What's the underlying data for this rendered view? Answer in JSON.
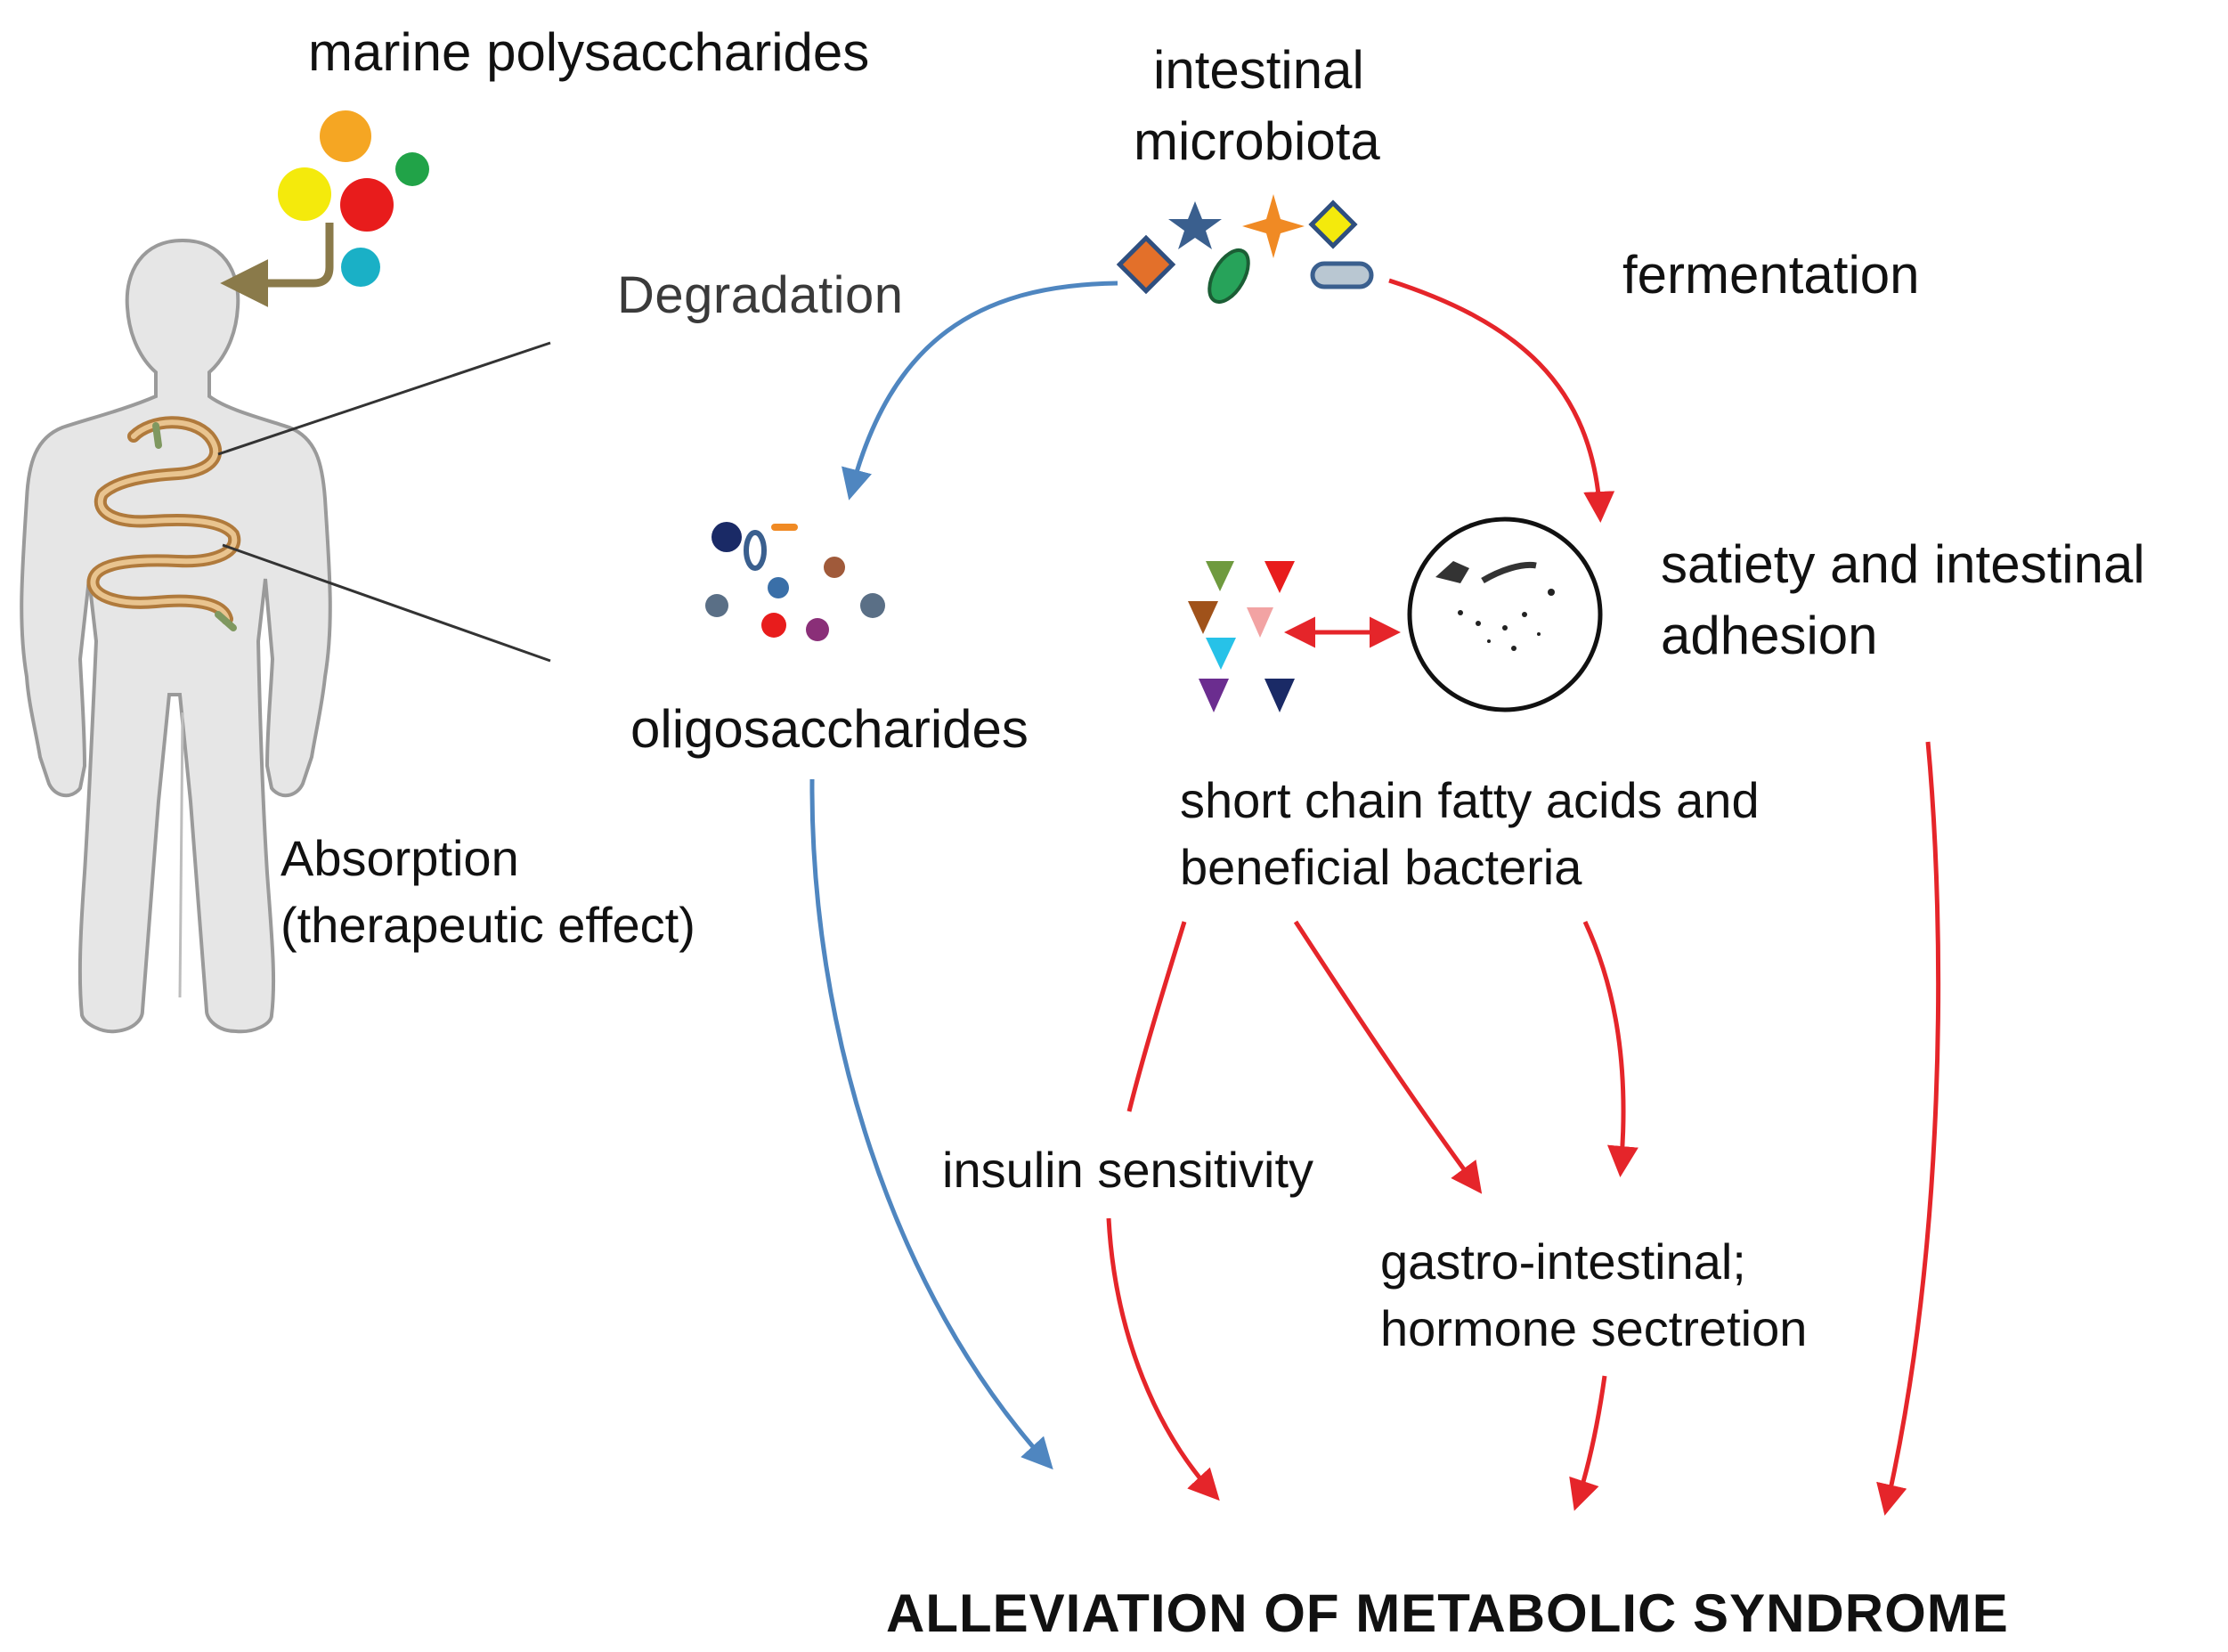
{
  "labels": {
    "marine_polysaccharides": "marine polysaccharides",
    "intestinal_microbiota": [
      "intestinal",
      "microbiota"
    ],
    "degradation": "Degradation",
    "fermentation": "fermentation",
    "oligosaccharides": "oligosaccharides",
    "satiety": [
      "satiety and intestinal",
      "adhesion"
    ],
    "absorption": [
      "Absorption",
      "(therapeutic effect)"
    ],
    "scfa": [
      "short chain fatty acids and",
      "beneficial bacteria"
    ],
    "insulin": "insulin sensitivity",
    "gastro": [
      "gastro-intestinal;",
      "hormone sectretion"
    ],
    "outcome": "ALLEVIATION  OF  METABOLIC  SYNDROME"
  },
  "colors": {
    "degradation_arrow": "#4f86c0",
    "fermentation_arrow": "#e5252a",
    "human_fill": "#e6e6e6",
    "human_stroke": "#9a9a9a",
    "intestine": "#c8965a",
    "polysaccharide_dots": [
      "#f5a623",
      "#21a348",
      "#f4ea0c",
      "#e81c1c",
      "#1ab0c6"
    ]
  }
}
